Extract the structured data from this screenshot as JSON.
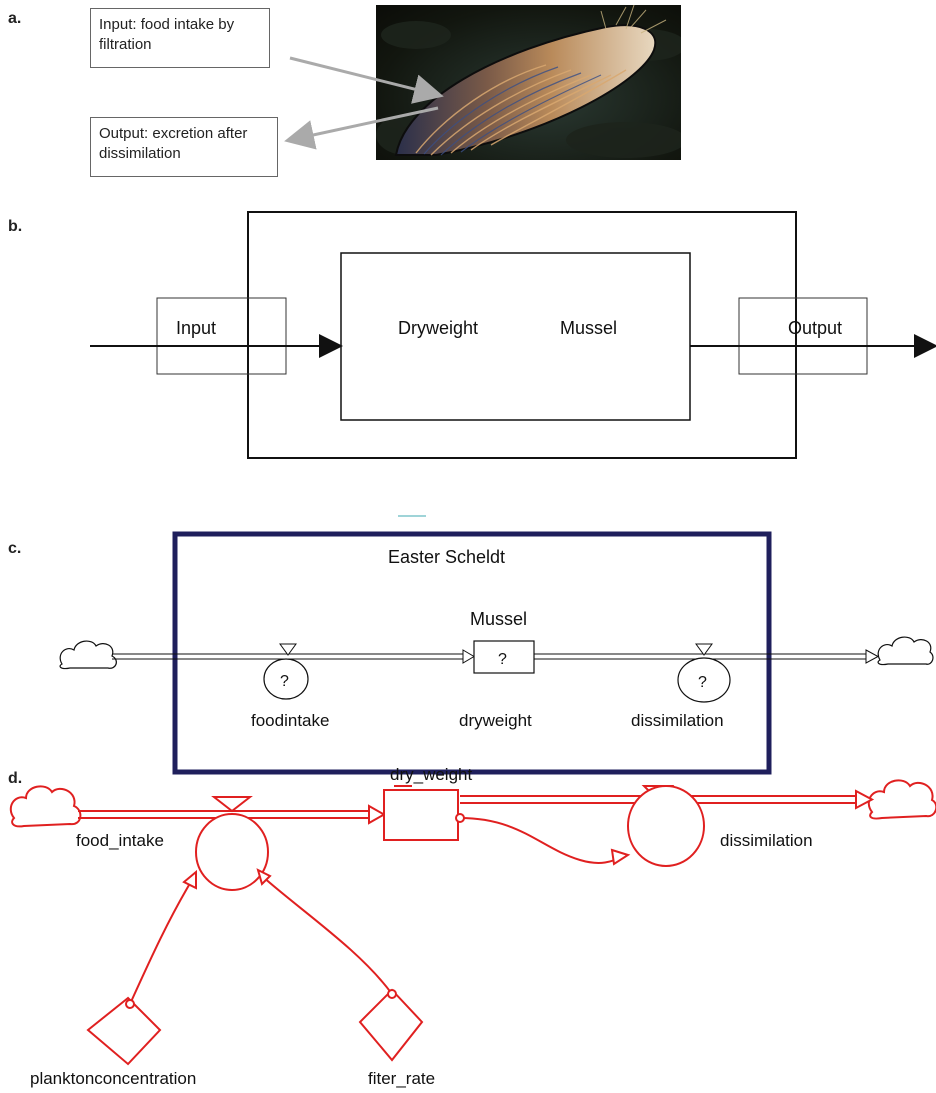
{
  "panels": {
    "a": {
      "letter": "a.",
      "input_label": "Input: food intake by filtration",
      "output_label": "Output: excretion after dissimilation"
    },
    "b": {
      "letter": "b.",
      "input": "Input",
      "dryweight": "Dryweight",
      "mussel": "Mussel",
      "output": "Output"
    },
    "c": {
      "letter": "c.",
      "system_title": "Easter Scheldt",
      "stock_title": "Mussel",
      "stock_value": "?",
      "inflow_value": "?",
      "outflow_value": "?",
      "inflow_label": "foodintake",
      "stock_label": "dryweight",
      "outflow_label": "dissimilation"
    },
    "d": {
      "letter": "d.",
      "stock_label": "dry_weight",
      "inflow_label": "food_intake",
      "outflow_label": "dissimilation",
      "converter1_label": "planktonconcentration",
      "converter2_label": "fiter_rate"
    }
  },
  "colors": {
    "panel_c_border": "#1f1f5c",
    "panel_d_lines": "#e02020"
  }
}
